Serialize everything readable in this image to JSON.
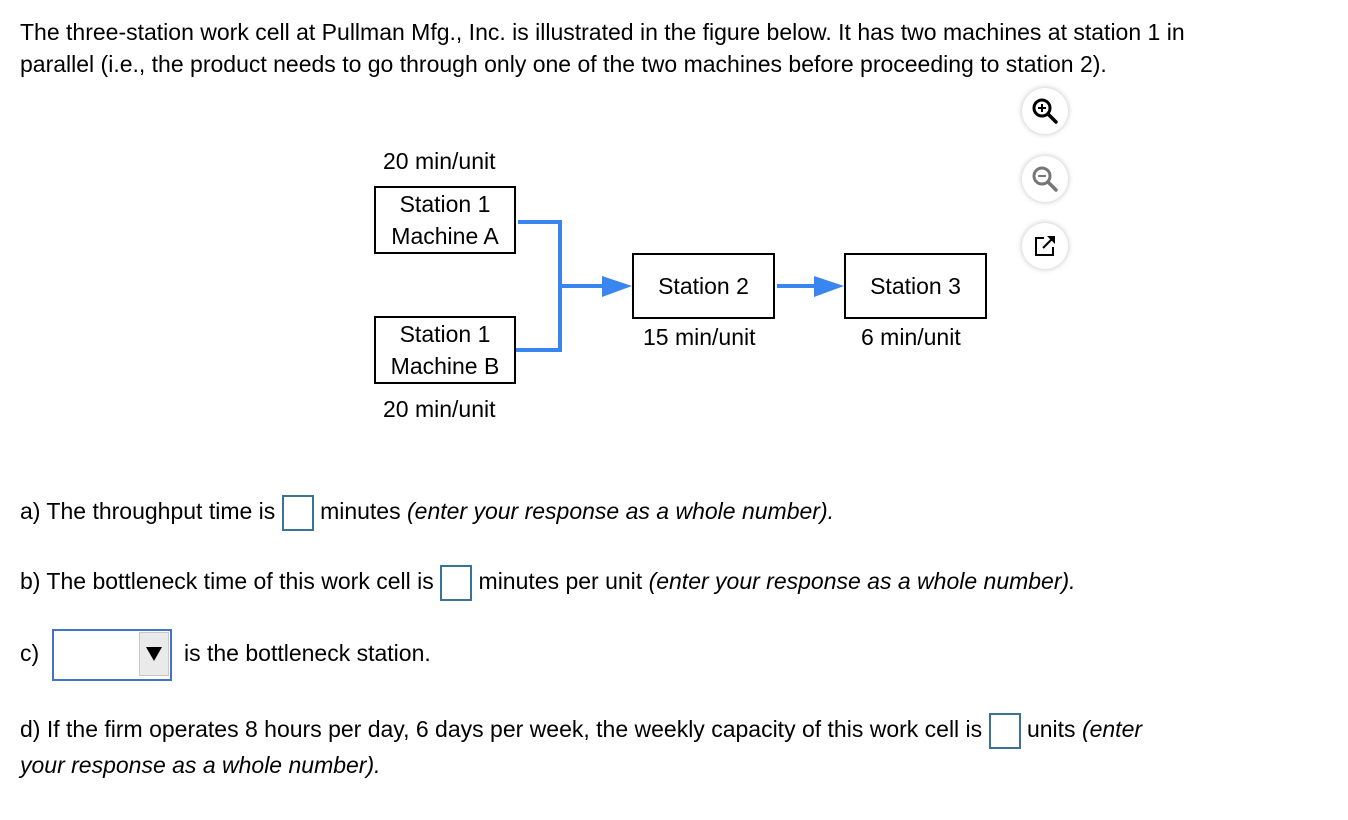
{
  "intro": {
    "line1": "The three-station work cell at Pullman Mfg., Inc. is illustrated in the figure below. It has two machines at station 1 in",
    "line2": "parallel (i.e., the product needs to go through only one of the two machines before proceeding to station 2)."
  },
  "figure": {
    "machine_a": {
      "line1": "Station 1",
      "line2": "Machine A",
      "time": "20 min/unit"
    },
    "machine_b": {
      "line1": "Station 1",
      "line2": "Machine B",
      "time": "20 min/unit"
    },
    "station_2": {
      "label": "Station 2",
      "time": "15 min/unit"
    },
    "station_3": {
      "label": "Station 3",
      "time": "6 min/unit"
    },
    "arrow_color": "#3a86f0"
  },
  "tools": {
    "zoom_in": "zoom-in",
    "zoom_out": "zoom-out",
    "open_external": "open-in-new-window"
  },
  "questions": {
    "a": {
      "prefix": "a) The throughput time is",
      "suffix": "minutes",
      "hint": "(enter your response as a whole number).",
      "value": ""
    },
    "b": {
      "prefix": "b) The bottleneck time of this work cell is",
      "suffix": "minutes per unit",
      "hint": "(enter your response as a whole number).",
      "value": ""
    },
    "c": {
      "prefix": "c)",
      "selected": "",
      "suffix": "is the bottleneck station."
    },
    "d": {
      "prefix": "d) If the firm operates 8 hours per day, 6 days per week, the weekly capacity of this work cell is",
      "suffix": "units",
      "hint_1": "(enter",
      "hint_2": "your response as a whole number).",
      "value": ""
    }
  }
}
